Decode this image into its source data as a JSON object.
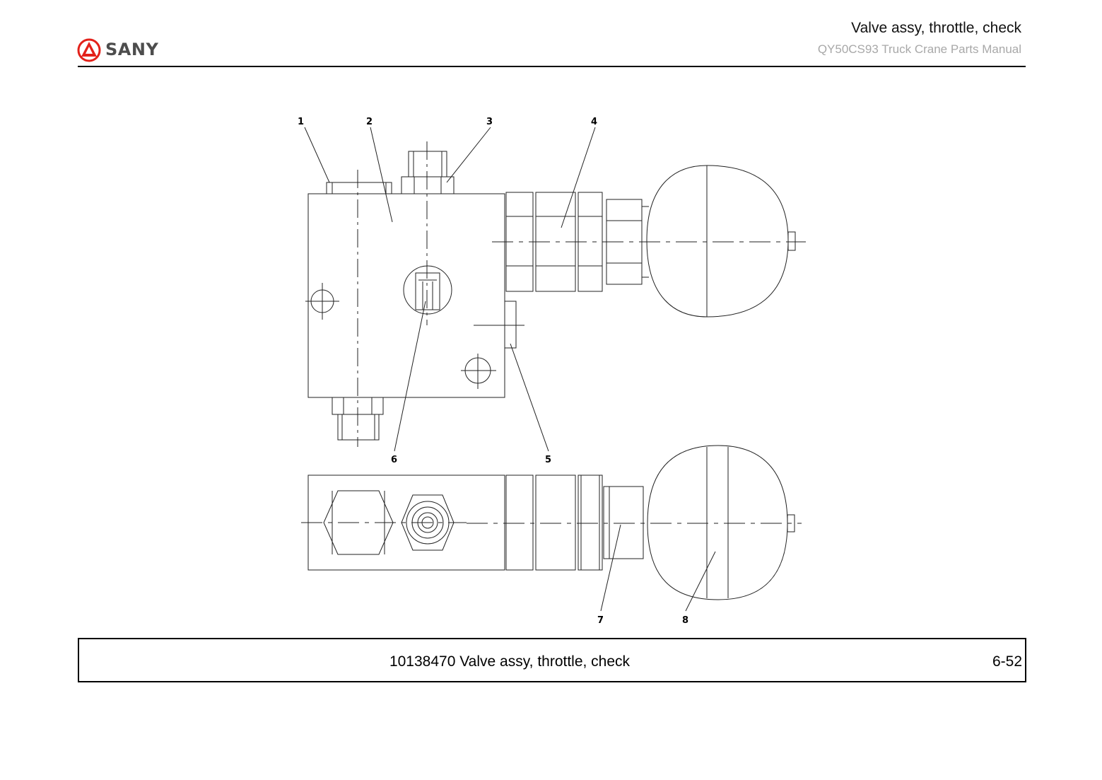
{
  "header": {
    "brand": "SANY",
    "title": "Valve assy, throttle, check",
    "subtitle": "QY50CS93 Truck Crane  Parts Manual",
    "brand_color": "#e3211a"
  },
  "callouts": [
    "1",
    "2",
    "3",
    "4",
    "5",
    "6",
    "7",
    "8"
  ],
  "footer": {
    "caption": "10138470 Valve assy, throttle, check",
    "page": "6-52"
  }
}
